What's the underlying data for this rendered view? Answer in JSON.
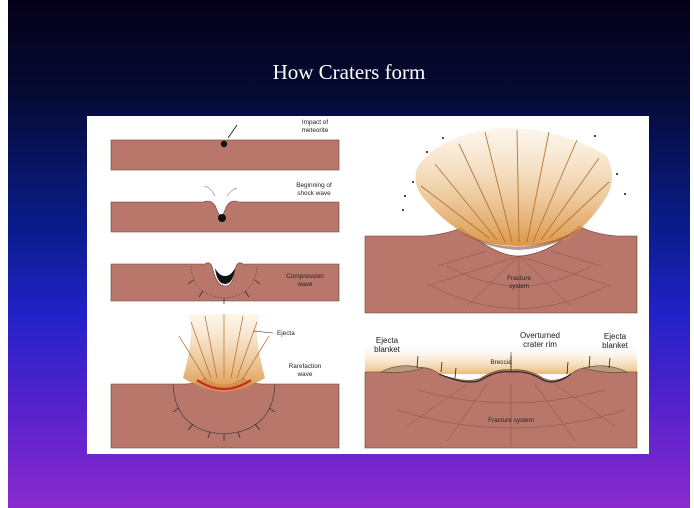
{
  "slide": {
    "title": "How Craters form"
  },
  "figure": {
    "panels": {
      "impact": {
        "label_line1": "Impact of",
        "label_line2": "meteorite"
      },
      "shock": {
        "label_line1": "Beginning of",
        "label_line2": "shock wave"
      },
      "compression": {
        "label_line1": "Compression",
        "label_line2": "wave"
      },
      "ejecta_panel": {
        "ejecta_label": "Ejecta",
        "rarefaction_line1": "Rarefaction",
        "rarefaction_line2": "wave"
      },
      "fracture_panel": {
        "label_line1": "Fracture",
        "label_line2": "system"
      },
      "final_panel": {
        "ejecta_blanket_left_line1": "Ejecta",
        "ejecta_blanket_left_line2": "blanket",
        "overturned_line1": "Overturned",
        "overturned_line2": "crater rim",
        "ejecta_blanket_right_line1": "Ejecta",
        "ejecta_blanket_right_line2": "blanket",
        "breccia": "Breccia",
        "fracture_system": "Fracture system"
      }
    },
    "colors": {
      "ground": "#b8776a",
      "ejecta": "#e0a85a",
      "rarefaction": "#cc2a2a"
    }
  }
}
